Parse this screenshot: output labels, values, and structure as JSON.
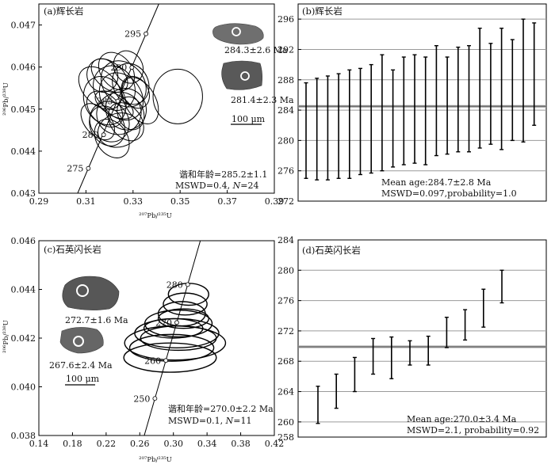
{
  "chart_data": [
    {
      "id": "a",
      "type": "scatter",
      "panel_label": "(a)辉长岩",
      "xlabel": "²⁰⁷Pb/²³⁵U",
      "ylabel": "²⁰⁶Pb/²³⁸U",
      "xlim": [
        0.29,
        0.39
      ],
      "ylim": [
        0.043,
        0.0475
      ],
      "xticks": [
        0.29,
        0.31,
        0.33,
        0.35,
        0.37,
        0.39
      ],
      "yticks": [
        0.043,
        0.044,
        0.045,
        0.046,
        0.047
      ],
      "concordia_points": [
        {
          "age": 275,
          "x": 0.311,
          "y": 0.04359
        },
        {
          "age": 280,
          "x": 0.3175,
          "y": 0.04439
        },
        {
          "age": 285,
          "x": 0.3235,
          "y": 0.04519
        },
        {
          "age": 290,
          "x": 0.3295,
          "y": 0.04599
        },
        {
          "age": 295,
          "x": 0.3355,
          "y": 0.04679
        }
      ],
      "ellipses": [
        {
          "cx": 0.318,
          "cy": 0.0452,
          "rx": 0.0085,
          "ry": 0.0006,
          "rot": -28
        },
        {
          "cx": 0.322,
          "cy": 0.0455,
          "rx": 0.0085,
          "ry": 0.00055,
          "rot": -32
        },
        {
          "cx": 0.325,
          "cy": 0.0453,
          "rx": 0.0085,
          "ry": 0.0006,
          "rot": -35
        },
        {
          "cx": 0.32,
          "cy": 0.0447,
          "rx": 0.008,
          "ry": 0.0005,
          "rot": -40
        },
        {
          "cx": 0.327,
          "cy": 0.045,
          "rx": 0.0085,
          "ry": 0.0005,
          "rot": -30
        },
        {
          "cx": 0.323,
          "cy": 0.0459,
          "rx": 0.0065,
          "ry": 0.0005,
          "rot": -40
        },
        {
          "cx": 0.316,
          "cy": 0.0455,
          "rx": 0.007,
          "ry": 0.0006,
          "rot": -45
        },
        {
          "cx": 0.321,
          "cy": 0.0443,
          "rx": 0.0065,
          "ry": 0.0005,
          "rot": -35
        },
        {
          "cx": 0.329,
          "cy": 0.0456,
          "rx": 0.0075,
          "ry": 0.0005,
          "rot": -25
        },
        {
          "cx": 0.324,
          "cy": 0.0449,
          "rx": 0.0095,
          "ry": 0.0005,
          "rot": -20
        },
        {
          "cx": 0.318,
          "cy": 0.045,
          "rx": 0.006,
          "ry": 0.0005,
          "rot": -45
        },
        {
          "cx": 0.333,
          "cy": 0.0452,
          "rx": 0.0065,
          "ry": 0.0006,
          "rot": -30
        },
        {
          "cx": 0.32,
          "cy": 0.0458,
          "rx": 0.0055,
          "ry": 0.0005,
          "rot": -50
        },
        {
          "cx": 0.327,
          "cy": 0.0447,
          "rx": 0.0065,
          "ry": 0.0005,
          "rot": -38
        },
        {
          "cx": 0.315,
          "cy": 0.0447,
          "rx": 0.0055,
          "ry": 0.0005,
          "rot": -40
        },
        {
          "cx": 0.331,
          "cy": 0.0454,
          "rx": 0.0055,
          "ry": 0.0004,
          "rot": -30
        },
        {
          "cx": 0.319,
          "cy": 0.0446,
          "rx": 0.007,
          "ry": 0.0005,
          "rot": -30
        },
        {
          "cx": 0.326,
          "cy": 0.0456,
          "rx": 0.0085,
          "ry": 0.0006,
          "rot": -42
        },
        {
          "cx": 0.322,
          "cy": 0.0451,
          "rx": 0.0045,
          "ry": 0.0005,
          "rot": -60
        },
        {
          "cx": 0.328,
          "cy": 0.046,
          "rx": 0.006,
          "ry": 0.0004,
          "rot": -30
        },
        {
          "cx": 0.317,
          "cy": 0.0458,
          "rx": 0.0065,
          "ry": 0.0004,
          "rot": -20
        },
        {
          "cx": 0.324,
          "cy": 0.0445,
          "rx": 0.009,
          "ry": 0.0004,
          "rot": -15
        },
        {
          "cx": 0.329,
          "cy": 0.0449,
          "rx": 0.0055,
          "ry": 0.0004,
          "rot": -20
        },
        {
          "cx": 0.349,
          "cy": 0.0453,
          "rx": 0.0105,
          "ry": 0.00065,
          "rot": 0
        }
      ],
      "grains": [
        {
          "age_text": "284.3±2.6 Ma"
        },
        {
          "age_text": "281.4±2.3 Ma"
        }
      ],
      "scale_bar": "100 μm",
      "result_line1": "谐和年龄=285.2±1.1",
      "result_line2_prefix": "MSWD=0.4, ",
      "result_n_symbol": "N",
      "result_n_value": "=24"
    },
    {
      "id": "b",
      "type": "errorbar",
      "panel_label": "(b)辉长岩",
      "ylim": [
        272,
        298
      ],
      "yticks": [
        272,
        276,
        280,
        284,
        288,
        292,
        296
      ],
      "mean": 284.5,
      "bars": [
        [
          275.0,
          287.6
        ],
        [
          274.8,
          288.2
        ],
        [
          274.8,
          288.5
        ],
        [
          275.0,
          288.8
        ],
        [
          275.0,
          289.3
        ],
        [
          275.5,
          289.5
        ],
        [
          275.7,
          290.0
        ],
        [
          276.0,
          291.3
        ],
        [
          276.5,
          289.3
        ],
        [
          276.8,
          291.0
        ],
        [
          277.0,
          291.3
        ],
        [
          276.8,
          291.0
        ],
        [
          278.0,
          292.5
        ],
        [
          278.2,
          291.0
        ],
        [
          278.5,
          292.3
        ],
        [
          278.5,
          292.5
        ],
        [
          279.0,
          294.8
        ],
        [
          279.5,
          292.8
        ],
        [
          278.8,
          294.8
        ],
        [
          280.0,
          293.3
        ],
        [
          279.8,
          296.0
        ],
        [
          282.0,
          295.5
        ]
      ],
      "result_line1": "Mean age:284.7±2.8 Ma",
      "result_line2": "MSWD=0.097,probability=1.0"
    },
    {
      "id": "c",
      "type": "scatter",
      "panel_label": "(c)石英闪长岩",
      "xlabel": "²⁰⁷Pb/²³⁵U",
      "ylabel": "²⁰⁶Pb/²³⁸U",
      "xlim": [
        0.14,
        0.42
      ],
      "ylim": [
        0.038,
        0.046
      ],
      "xticks": [
        0.14,
        0.18,
        0.22,
        0.26,
        0.3,
        0.34,
        0.38,
        0.42
      ],
      "yticks": [
        0.038,
        0.04,
        0.042,
        0.044,
        0.046
      ],
      "concordia_points": [
        {
          "age": 250,
          "x": 0.278,
          "y": 0.03952
        },
        {
          "age": 260,
          "x": 0.291,
          "y": 0.04108
        },
        {
          "age": 270,
          "x": 0.304,
          "y": 0.04264
        },
        {
          "age": 280,
          "x": 0.317,
          "y": 0.0442
        }
      ],
      "ellipses": [
        {
          "cx": 0.318,
          "cy": 0.0438,
          "rx": 0.024,
          "ry": 0.00045,
          "rot": 0
        },
        {
          "cx": 0.314,
          "cy": 0.0434,
          "rx": 0.026,
          "ry": 0.00045,
          "rot": 0
        },
        {
          "cx": 0.31,
          "cy": 0.043,
          "rx": 0.028,
          "ry": 0.0005,
          "rot": 0
        },
        {
          "cx": 0.306,
          "cy": 0.0426,
          "rx": 0.04,
          "ry": 0.00055,
          "rot": 0
        },
        {
          "cx": 0.304,
          "cy": 0.0422,
          "rx": 0.05,
          "ry": 0.0006,
          "rot": 0
        },
        {
          "cx": 0.302,
          "cy": 0.0418,
          "rx": 0.06,
          "ry": 0.0007,
          "rot": 0
        },
        {
          "cx": 0.306,
          "cy": 0.042,
          "rx": 0.045,
          "ry": 0.0005,
          "rot": 0
        },
        {
          "cx": 0.298,
          "cy": 0.0416,
          "rx": 0.05,
          "ry": 0.00055,
          "rot": 0
        },
        {
          "cx": 0.3,
          "cy": 0.0424,
          "rx": 0.035,
          "ry": 0.0004,
          "rot": 0
        },
        {
          "cx": 0.296,
          "cy": 0.0412,
          "rx": 0.055,
          "ry": 0.0006,
          "rot": 0
        },
        {
          "cx": 0.312,
          "cy": 0.0428,
          "rx": 0.03,
          "ry": 0.0004,
          "rot": 0
        }
      ],
      "grains": [
        {
          "age_text": "272.7±1.6 Ma"
        },
        {
          "age_text": "267.6±2.4 Ma"
        }
      ],
      "scale_bar": "100 μm",
      "result_line1": "谐和年龄=270.0±2.2 Ma",
      "result_line2_prefix": "MSWD=0.1, ",
      "result_n_symbol": "N",
      "result_n_value": "=11"
    },
    {
      "id": "d",
      "type": "errorbar",
      "panel_label": "(d)石英闪长岩",
      "ylim": [
        258,
        284
      ],
      "yticks": [
        258,
        260,
        264,
        268,
        272,
        276,
        280,
        284
      ],
      "mean": 269.9,
      "bars": [
        [
          259.8,
          264.7
        ],
        [
          261.8,
          266.3
        ],
        [
          264.0,
          268.5
        ],
        [
          266.3,
          271.0
        ],
        [
          265.7,
          271.2
        ],
        [
          267.5,
          270.7
        ],
        [
          267.5,
          271.3
        ],
        [
          269.8,
          273.8
        ],
        [
          270.8,
          274.8
        ],
        [
          272.5,
          277.5
        ],
        [
          275.7,
          280.0
        ]
      ],
      "result_line1": "Mean age:270.0±3.4 Ma",
      "result_line2": "MSWD=2.1, probability=0.92"
    }
  ]
}
